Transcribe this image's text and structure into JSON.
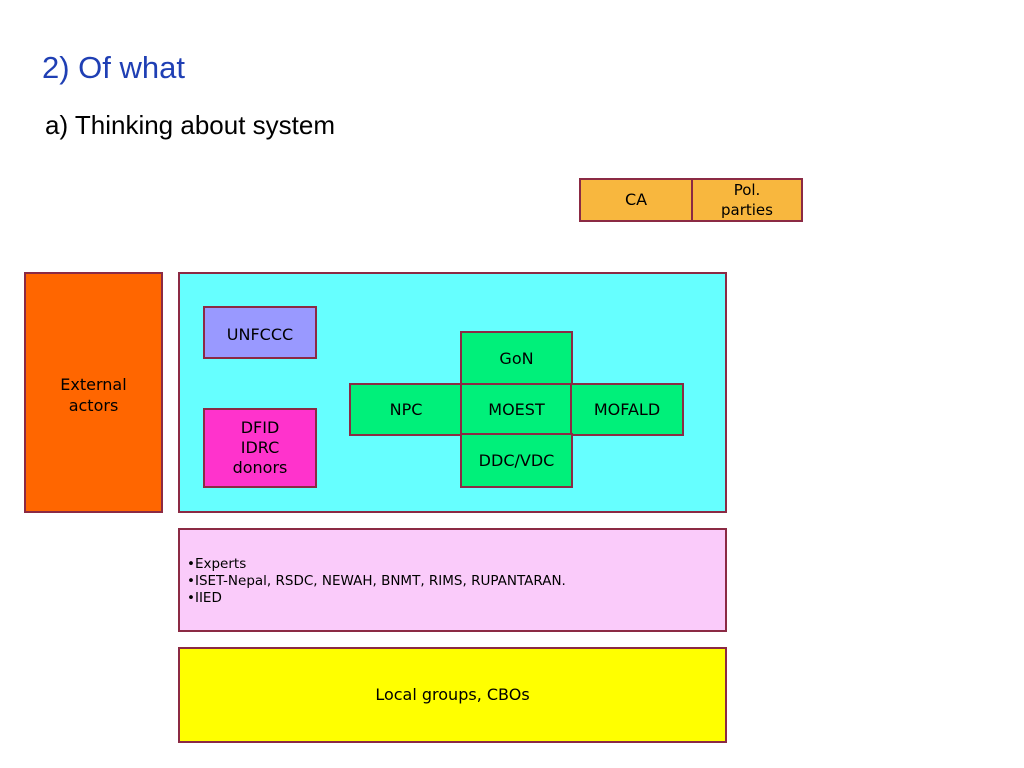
{
  "slide": {
    "title": "2) Of what",
    "subtitle": "a) Thinking about system"
  },
  "top_right": {
    "ca_label": "CA",
    "pol_line1": "Pol.",
    "pol_line2": "parties"
  },
  "external_actors": {
    "line1": "External",
    "line2": "actors"
  },
  "national": {
    "unfccc": "UNFCCC",
    "donors_line1": "DFID",
    "donors_line2": "IDRC",
    "donors_line3": "donors",
    "gon": "GoN",
    "npc": "NPC",
    "moest": "MOEST",
    "mofald": "MOFALD",
    "ddc_vdc": "DDC/VDC"
  },
  "experts_box": {
    "items": [
      "Experts",
      "ISET-Nepal, RSDC, NEWAH, BNMT, RIMS, RUPANTARAN.",
      "IIED"
    ]
  },
  "local_box": {
    "label": "Local groups, CBOs"
  },
  "colors": {
    "title": "#1f3fb4",
    "border": "#8b2a44",
    "orange_light": "#f8b73e",
    "external_actors": "#ff6600",
    "national_area": "#66ffff",
    "unfccc": "#9999ff",
    "donors": "#ff33cc",
    "government": "#00f07a",
    "experts": "#facbfa",
    "local": "#ffff00"
  }
}
